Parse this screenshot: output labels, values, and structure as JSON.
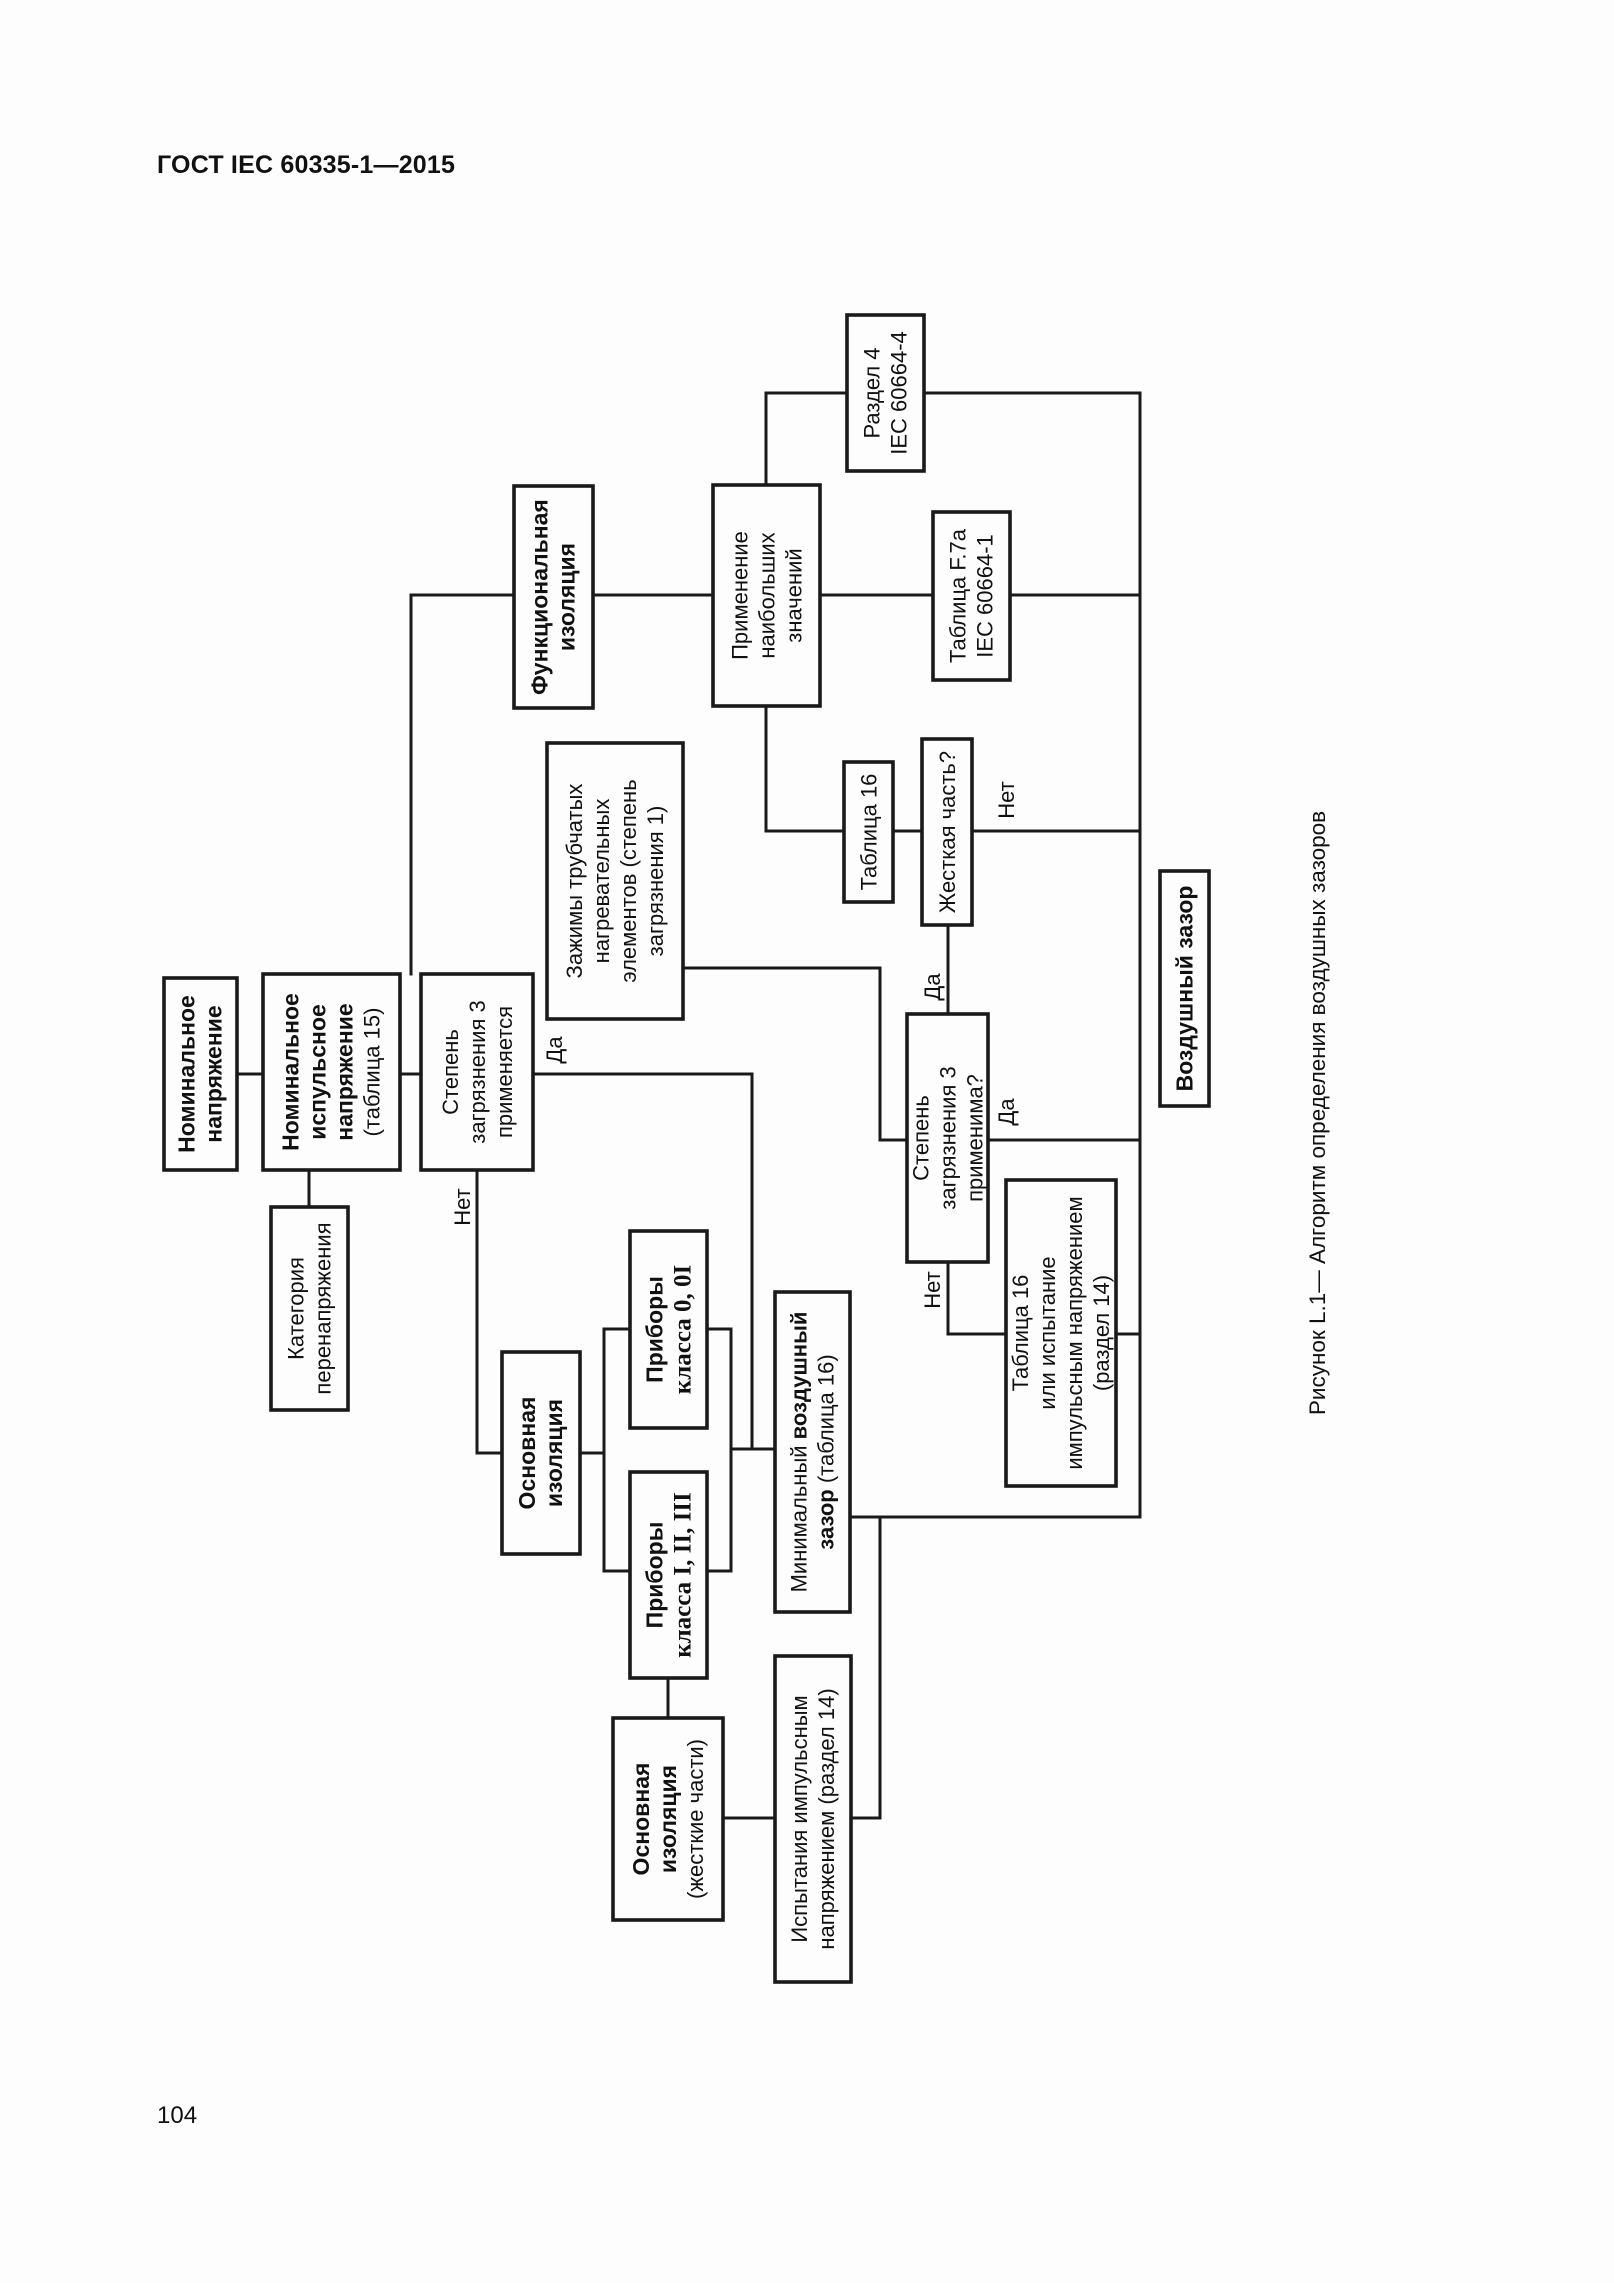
{
  "header": {
    "document_code": "ГОСТ IEC 60335-1—2015"
  },
  "figure_caption": "Рисунок L.1— Алгоритм определения воздушных зазоров",
  "page_number": "104",
  "nodes": {
    "rated_voltage": {
      "lines": [
        "Номинальное",
        "напряжение"
      ]
    },
    "rated_impulse_voltage": {
      "bold_lines": [
        "Номинальное",
        "испульсное",
        "напряжение"
      ],
      "normal_lines": [
        "(таблица 15)"
      ]
    },
    "overvoltage_category": {
      "lines": [
        "Категория",
        "перенапряжения"
      ]
    },
    "pollution_degree3_applies": {
      "lines": [
        "Степень",
        "загрязнения 3",
        "применяется"
      ]
    },
    "functional_insulation": {
      "lines": [
        "Функциональная",
        "изоляция"
      ]
    },
    "tubular_heater_clamps": {
      "lines": [
        "Зажимы трубчатых",
        "нагревательных",
        "элементов (степень",
        "загрязнения 1)"
      ]
    },
    "apply_highest_values": {
      "lines": [
        "Применение",
        "наибольших",
        "значений"
      ]
    },
    "section4_iec60664_4": {
      "lines": [
        "Раздел 4",
        "IEC 60664-4"
      ]
    },
    "table_f7a": {
      "lines": [
        "Таблица F.7a",
        "IEC 60664-1"
      ]
    },
    "table16_top": {
      "lines": [
        "Таблица 16"
      ]
    },
    "rigid_part": {
      "lines": [
        "Жесткая часть?"
      ]
    },
    "air_clearance": {
      "lines": [
        "Воздушный зазор"
      ]
    },
    "pollution_degree3_applicable": {
      "lines": [
        "Степень",
        "загрязнения 3",
        "применима?"
      ]
    },
    "table16_or_impulse_test": {
      "lines": [
        "Таблица 16",
        "или испытание",
        "импульсным напряжением",
        "(раздел 14)"
      ]
    },
    "basic_insulation": {
      "lines": [
        "Основная",
        "изоляция"
      ]
    },
    "appliances_class_0": {
      "lines": [
        "Приборы",
        "класса 0, 0I"
      ]
    },
    "appliances_class_1": {
      "lines": [
        "Приборы",
        "класса I, II, III"
      ]
    },
    "min_clearance": {
      "line1_normal": "Минимальный ",
      "line1_bold": "воздушный",
      "line2_bold": "зазор",
      "line2_normal": " (таблица 16)"
    },
    "basic_insulation_rigid": {
      "bold_lines": [
        "Основная",
        "изоляция"
      ],
      "normal_lines": [
        "(жесткие части)"
      ]
    },
    "impulse_voltage_tests": {
      "lines": [
        "Испытания импульсным",
        "напряжением (раздел 14)"
      ]
    }
  },
  "edge_labels": {
    "pd3_applies_yes": "Да",
    "pd3_applies_no": "Нет",
    "rigid_part_yes": "Да",
    "rigid_part_no": "Нет",
    "pd3_applicable_yes": "Да",
    "pd3_applicable_no": "Нет"
  }
}
